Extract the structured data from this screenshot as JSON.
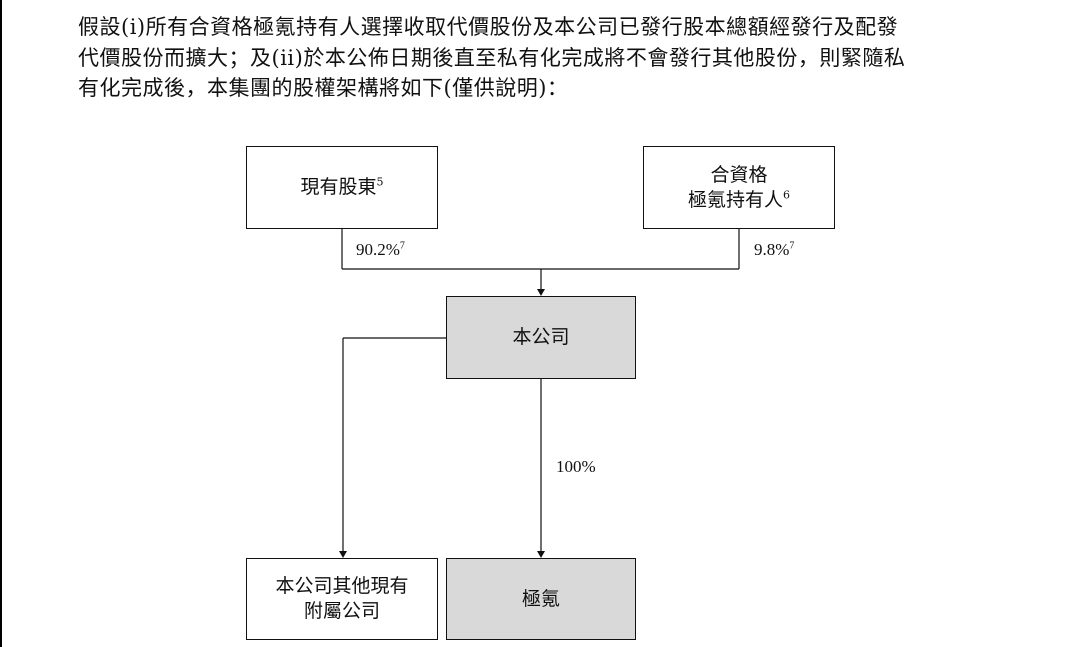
{
  "intro": {
    "line1": "假設(i)所有合資格極氪持有人選擇收取代價股份及本公司已發行股本總額經發行及配發",
    "line2": "代價股份而擴大；及(ii)於本公佈日期後直至私有化完成將不會發行其他股份，則緊隨私",
    "line3": "有化完成後，本集團的股權架構將如下(僅供說明)："
  },
  "diagram": {
    "existing_shareholders": {
      "label": "現有股東",
      "note": "5"
    },
    "qualified_holders": {
      "line1": "合資格",
      "line2": "極氪持有人",
      "note": "6"
    },
    "company": {
      "label": "本公司"
    },
    "other_subsidiaries": {
      "line1": "本公司其他現有",
      "line2": "附屬公司"
    },
    "zeekr": {
      "label": "極氪"
    },
    "pct_existing": {
      "value": "90.2%",
      "note": "7"
    },
    "pct_qualified": {
      "value": "9.8%",
      "note": "7"
    },
    "pct_zeekr": {
      "value": "100%"
    }
  }
}
